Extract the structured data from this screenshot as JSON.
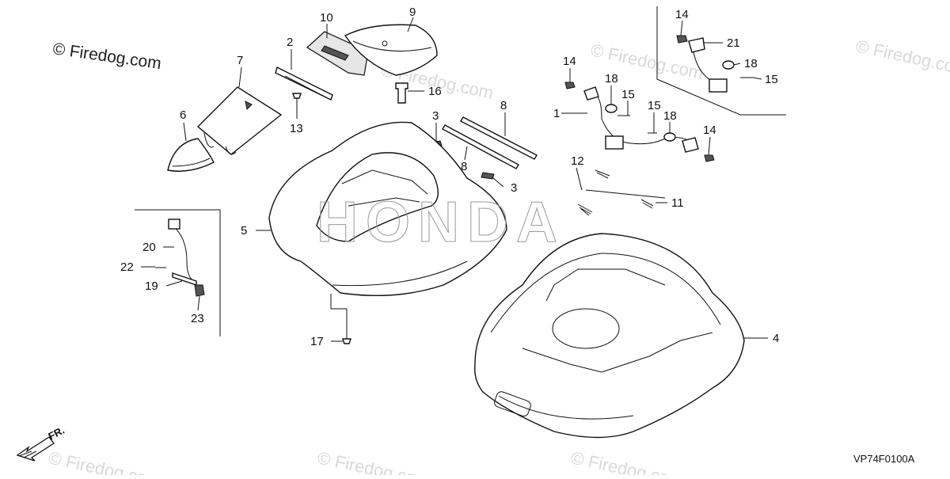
{
  "watermark": {
    "main": "© Firedog.com",
    "faint": "© Firedog.com"
  },
  "diagram_code": "VP74F0100A",
  "front_arrow": "FR.",
  "callouts": {
    "c1": "1",
    "c2": "2",
    "c3a": "3",
    "c3b": "3",
    "c4": "4",
    "c5": "5",
    "c6": "6",
    "c7": "7",
    "c8a": "8",
    "c8b": "8",
    "c9": "9",
    "c10": "10",
    "c11": "11",
    "c12": "12",
    "c13": "13",
    "c14a": "14",
    "c14b": "14",
    "c14c": "14",
    "c15a": "15",
    "c15b": "15",
    "c15c": "15",
    "c16": "16",
    "c17": "17",
    "c18a": "18",
    "c18b": "18",
    "c18c": "18",
    "c19": "19",
    "c20": "20",
    "c21": "21",
    "c22": "22",
    "c23": "23"
  },
  "colors": {
    "line": "#111111",
    "shade": "#e6e6e6",
    "watermark": "#d9d9d9"
  }
}
